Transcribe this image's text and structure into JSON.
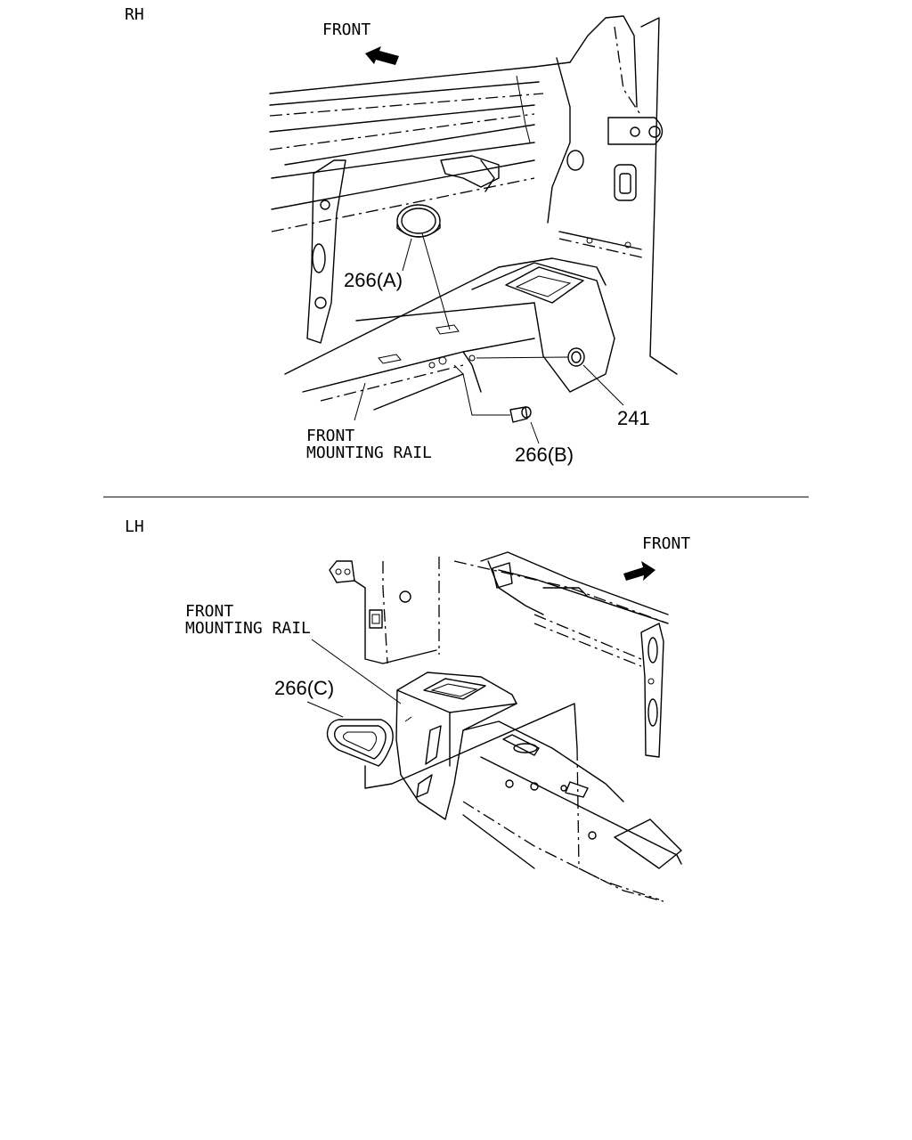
{
  "rh": {
    "panel_label": "RH",
    "front_label": "FRONT",
    "rail_label_line1": "FRONT",
    "rail_label_line2": "MOUNTING RAIL",
    "parts": [
      {
        "id": "part-266a",
        "label": "266(A)"
      },
      {
        "id": "part-241",
        "label": "241"
      },
      {
        "id": "part-266b",
        "label": "266(B)"
      }
    ]
  },
  "lh": {
    "panel_label": "LH",
    "front_label": "FRONT",
    "rail_label_line1": "FRONT",
    "rail_label_line2": "MOUNTING RAIL",
    "parts": [
      {
        "id": "part-266c",
        "label": "266(C)"
      }
    ]
  }
}
